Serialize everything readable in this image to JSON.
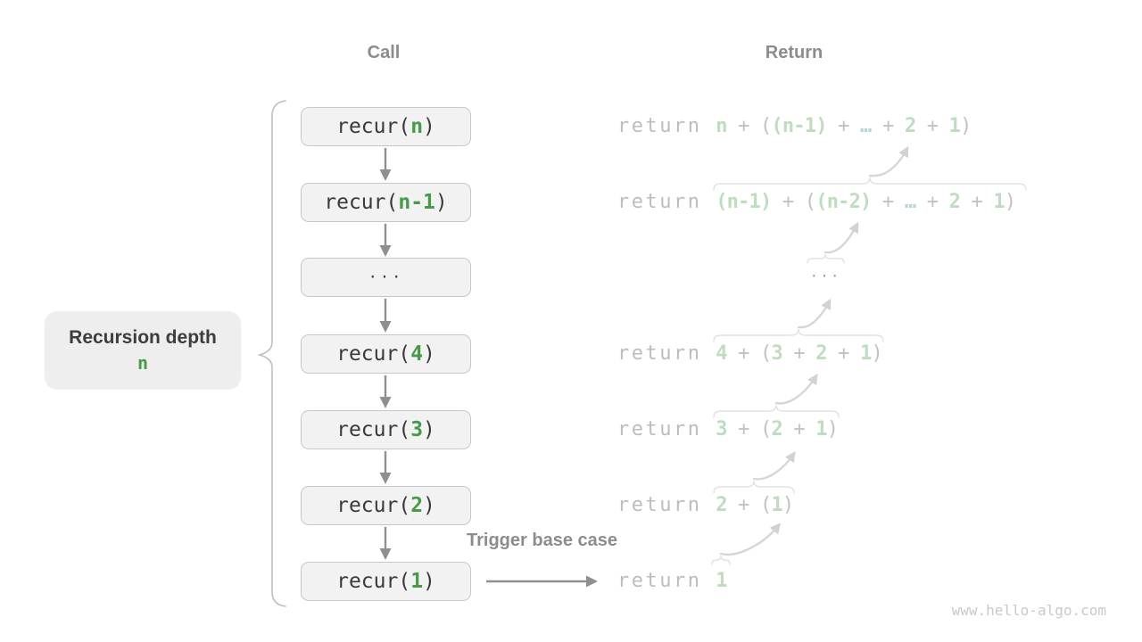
{
  "headers": {
    "call": "Call",
    "return_label": "Return"
  },
  "depth_label": {
    "title": "Recursion depth",
    "value": "n"
  },
  "trigger_label": "Trigger base case",
  "watermark": "www.hello-algo.com",
  "colors": {
    "call_green": "#479a47",
    "return_light_green": "#c0dcc0",
    "return_ellipsis_teal": "#b5d6d8",
    "muted_gray": "#8c8c8c",
    "box_fill": "#f2f2f3"
  },
  "call_rows": [
    {
      "segments": [
        {
          "t": "recur(",
          "k": "code"
        },
        {
          "t": "n",
          "k": "green"
        },
        {
          "t": ")",
          "k": "code"
        }
      ]
    },
    {
      "segments": [
        {
          "t": "recur(",
          "k": "code"
        },
        {
          "t": "n-1",
          "k": "green"
        },
        {
          "t": ")",
          "k": "code"
        }
      ]
    },
    {
      "segments": [
        {
          "t": "···",
          "k": "code"
        }
      ]
    },
    {
      "segments": [
        {
          "t": "recur(",
          "k": "code"
        },
        {
          "t": "4",
          "k": "green"
        },
        {
          "t": ")",
          "k": "code"
        }
      ]
    },
    {
      "segments": [
        {
          "t": "recur(",
          "k": "code"
        },
        {
          "t": "3",
          "k": "green"
        },
        {
          "t": ")",
          "k": "code"
        }
      ]
    },
    {
      "segments": [
        {
          "t": "recur(",
          "k": "code"
        },
        {
          "t": "2",
          "k": "green"
        },
        {
          "t": ")",
          "k": "code"
        }
      ]
    },
    {
      "segments": [
        {
          "t": "recur(",
          "k": "code"
        },
        {
          "t": "1",
          "k": "green"
        },
        {
          "t": ")",
          "k": "code"
        }
      ]
    }
  ],
  "return_rows": [
    {
      "segments": [
        {
          "t": "return ",
          "k": "kw"
        },
        {
          "t": "n",
          "k": "lgreen"
        },
        {
          "t": " + ",
          "k": "dim"
        },
        {
          "t": "(",
          "k": "dim"
        },
        {
          "t": "(n-1)",
          "k": "lgreen"
        },
        {
          "t": " + ",
          "k": "dim"
        },
        {
          "t": "…",
          "k": "teal"
        },
        {
          "t": " + ",
          "k": "dim"
        },
        {
          "t": "2",
          "k": "lgreen"
        },
        {
          "t": " + ",
          "k": "dim"
        },
        {
          "t": "1",
          "k": "lgreen"
        },
        {
          "t": ")",
          "k": "dim"
        }
      ]
    },
    {
      "segments": [
        {
          "t": "return ",
          "k": "kw"
        },
        {
          "t": "(n-1)",
          "k": "lgreen"
        },
        {
          "t": " + ",
          "k": "dim"
        },
        {
          "t": "(",
          "k": "dim"
        },
        {
          "t": "(n-2)",
          "k": "lgreen"
        },
        {
          "t": " + ",
          "k": "dim"
        },
        {
          "t": "…",
          "k": "teal"
        },
        {
          "t": " + ",
          "k": "dim"
        },
        {
          "t": "2",
          "k": "lgreen"
        },
        {
          "t": " + ",
          "k": "dim"
        },
        {
          "t": "1",
          "k": "lgreen"
        },
        {
          "t": ")",
          "k": "dim"
        }
      ]
    },
    {
      "segments": [
        {
          "t": "···",
          "k": "dots"
        }
      ]
    },
    {
      "segments": [
        {
          "t": "return ",
          "k": "kw"
        },
        {
          "t": "4",
          "k": "lgreen"
        },
        {
          "t": " + ",
          "k": "dim"
        },
        {
          "t": "(",
          "k": "dim"
        },
        {
          "t": "3",
          "k": "lgreen"
        },
        {
          "t": " + ",
          "k": "dim"
        },
        {
          "t": "2",
          "k": "lgreen"
        },
        {
          "t": " + ",
          "k": "dim"
        },
        {
          "t": "1",
          "k": "lgreen"
        },
        {
          "t": ")",
          "k": "dim"
        }
      ]
    },
    {
      "segments": [
        {
          "t": "return ",
          "k": "kw"
        },
        {
          "t": "3",
          "k": "lgreen"
        },
        {
          "t": " + ",
          "k": "dim"
        },
        {
          "t": "(",
          "k": "dim"
        },
        {
          "t": "2",
          "k": "lgreen"
        },
        {
          "t": " + ",
          "k": "dim"
        },
        {
          "t": "1",
          "k": "lgreen"
        },
        {
          "t": ")",
          "k": "dim"
        }
      ]
    },
    {
      "segments": [
        {
          "t": "return ",
          "k": "kw"
        },
        {
          "t": "2",
          "k": "lgreen"
        },
        {
          "t": " + ",
          "k": "dim"
        },
        {
          "t": "(",
          "k": "dim"
        },
        {
          "t": "1",
          "k": "lgreen"
        },
        {
          "t": ")",
          "k": "dim"
        }
      ]
    },
    {
      "segments": [
        {
          "t": "return ",
          "k": "kw"
        },
        {
          "t": "1",
          "k": "lgreen"
        }
      ]
    }
  ]
}
